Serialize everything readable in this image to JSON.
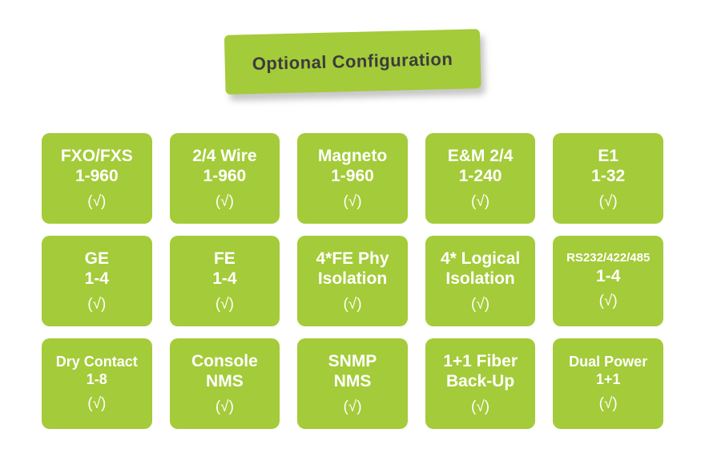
{
  "header": {
    "title": "Optional Configuration"
  },
  "colors": {
    "banner_green": "#a4cb39",
    "header_text": "#3c3c3c",
    "card_text": "#ffffff",
    "background": "#ffffff"
  },
  "cards": [
    {
      "line1": "FXO/FXS",
      "line2": "1-960",
      "check": "(√)"
    },
    {
      "line1": "2/4 Wire",
      "line2": "1-960",
      "check": "(√)"
    },
    {
      "line1": "Magneto",
      "line2": "1-960",
      "check": "(√)"
    },
    {
      "line1": "E&M 2/4",
      "line2": "1-240",
      "check": "(√)"
    },
    {
      "line1": "E1",
      "line2": "1-32",
      "check": "(√)"
    },
    {
      "line1": "GE",
      "line2": "1-4",
      "check": "(√)"
    },
    {
      "line1": "FE",
      "line2": "1-4",
      "check": "(√)"
    },
    {
      "line1": "4*FE Phy",
      "line2": "Isolation",
      "check": "(√)"
    },
    {
      "line1": "4* Logical",
      "line2": "Isolation",
      "check": "(√)"
    },
    {
      "line1": "RS232/422/485",
      "line2": "1-4",
      "check": "(√)"
    },
    {
      "line1": "Dry Contact",
      "line2": "1-8",
      "check": "(√)"
    },
    {
      "line1": "Console",
      "line2": "NMS",
      "check": "(√)"
    },
    {
      "line1": "SNMP",
      "line2": "NMS",
      "check": "(√)"
    },
    {
      "line1": "1+1 Fiber",
      "line2": "Back-Up",
      "check": "(√)"
    },
    {
      "line1": "Dual Power",
      "line2": "1+1",
      "check": "(√)"
    }
  ]
}
